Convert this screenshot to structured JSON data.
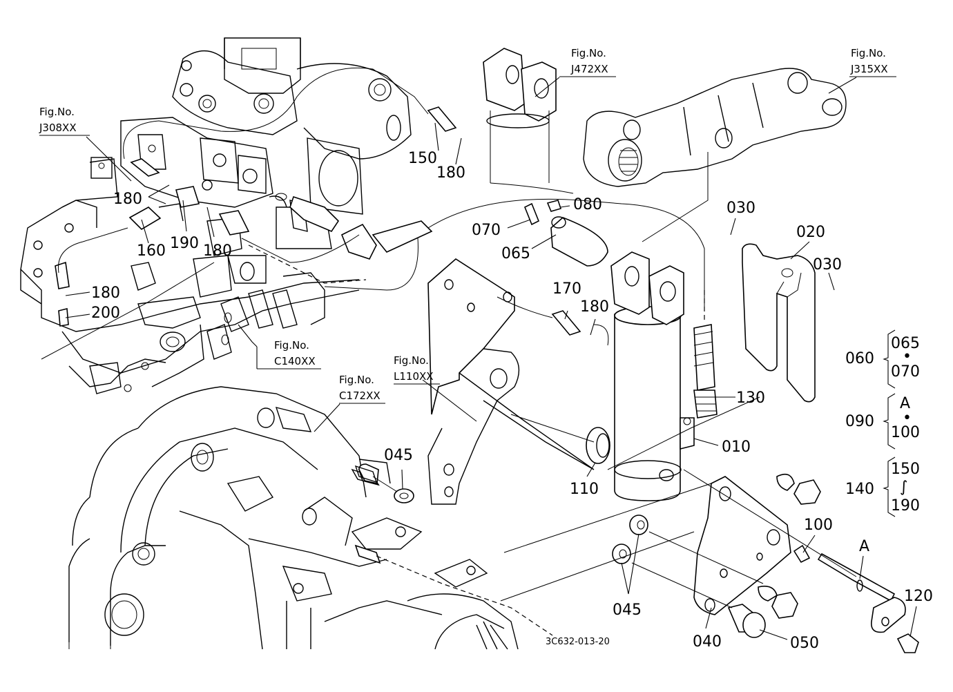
{
  "fig_refs": [
    {
      "id": "j308",
      "caption": "Fig.No.",
      "code": "J308XX"
    },
    {
      "id": "j472",
      "caption": "Fig.No.",
      "code": "J472XX"
    },
    {
      "id": "j315",
      "caption": "Fig.No.",
      "code": "J315XX"
    },
    {
      "id": "c140",
      "caption": "Fig.No.",
      "code": "C140XX"
    },
    {
      "id": "l110",
      "caption": "Fig.No.",
      "code": "L110XX"
    },
    {
      "id": "c172",
      "caption": "Fig.No.",
      "code": "C172XX"
    }
  ],
  "callouts": {
    "p010": "010",
    "p020": "020",
    "p030a": "030",
    "p030b": "030",
    "p040": "040",
    "p045a": "045",
    "p045b": "045",
    "p050": "050",
    "p065": "065",
    "p070": "070",
    "p080": "080",
    "p100": "100",
    "p110": "110",
    "p120": "120",
    "p130": "130",
    "p150": "150",
    "p160": "160",
    "p170": "170",
    "p180a": "180",
    "p180b": "180",
    "p180c": "180",
    "p180d": "180",
    "p180e": "180",
    "p190": "190",
    "p200": "200",
    "markA": "A"
  },
  "groups": [
    {
      "parent": "060",
      "top": "065",
      "sep": "•",
      "bottom": "070"
    },
    {
      "parent": "090",
      "top": "A",
      "sep": "•",
      "bottom": "100"
    },
    {
      "parent": "140",
      "top": "150",
      "sep": "∫",
      "bottom": "190"
    }
  ],
  "drawing_code": "3C632-013-20"
}
